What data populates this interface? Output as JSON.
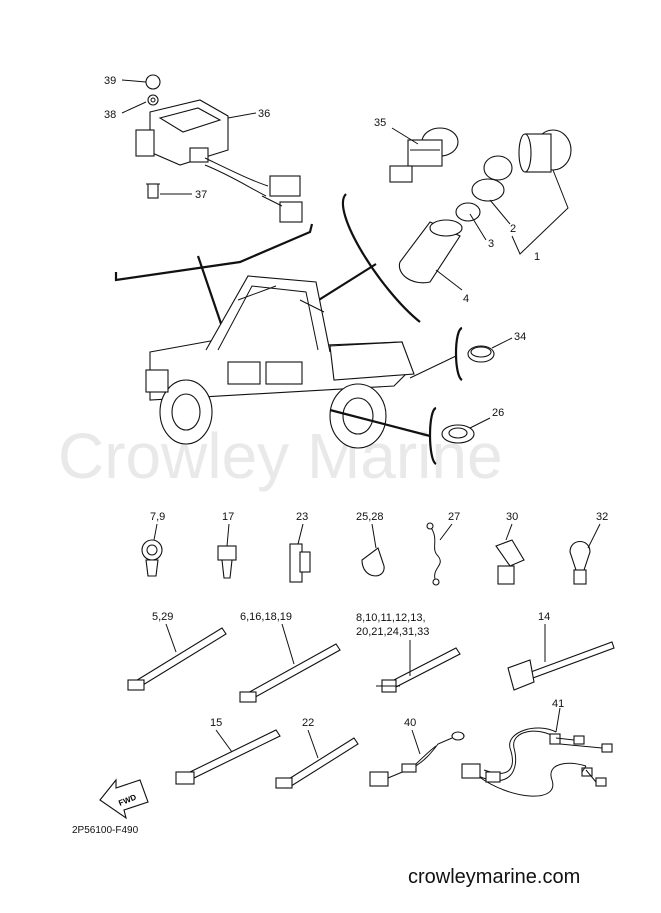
{
  "watermark": "Crowley Marine",
  "diagram_code": "2P56100-F490",
  "site": "crowleymarine.com",
  "fwd_label": "FWD",
  "callouts": {
    "c39": "39",
    "c38": "38",
    "c36": "36",
    "c37": "37",
    "c35": "35",
    "c2": "2",
    "c3": "3",
    "c1": "1",
    "c4": "4",
    "c34": "34",
    "c26": "26",
    "c79": "7,9",
    "c17": "17",
    "c23": "23",
    "c2528": "25,28",
    "c27": "27",
    "c30": "30",
    "c32": "32",
    "c529": "5,29",
    "c6161819": "6,16,18,19",
    "cgroup_a": "8,10,11,12,13,",
    "cgroup_b": "20,21,24,31,33",
    "c14": "14",
    "c15": "15",
    "c22": "22",
    "c40": "40",
    "c41": "41"
  }
}
